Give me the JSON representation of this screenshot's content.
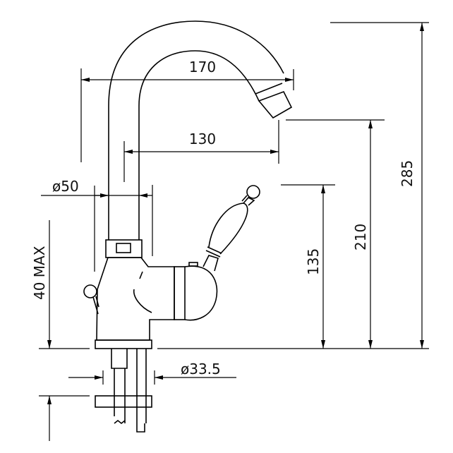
{
  "title": "Single-lever mixer tap technical drawing",
  "dimensions": {
    "spout_reach": "170",
    "spout_inner_reach": "130",
    "body_diameter": "ø50",
    "tail_diameter": "ø33.5",
    "deck_thickness": "40 MAX",
    "overall_height": "285",
    "spout_outlet_height": "210",
    "handle_height": "135"
  },
  "colors": {
    "line": "#000000",
    "background": "#ffffff"
  }
}
